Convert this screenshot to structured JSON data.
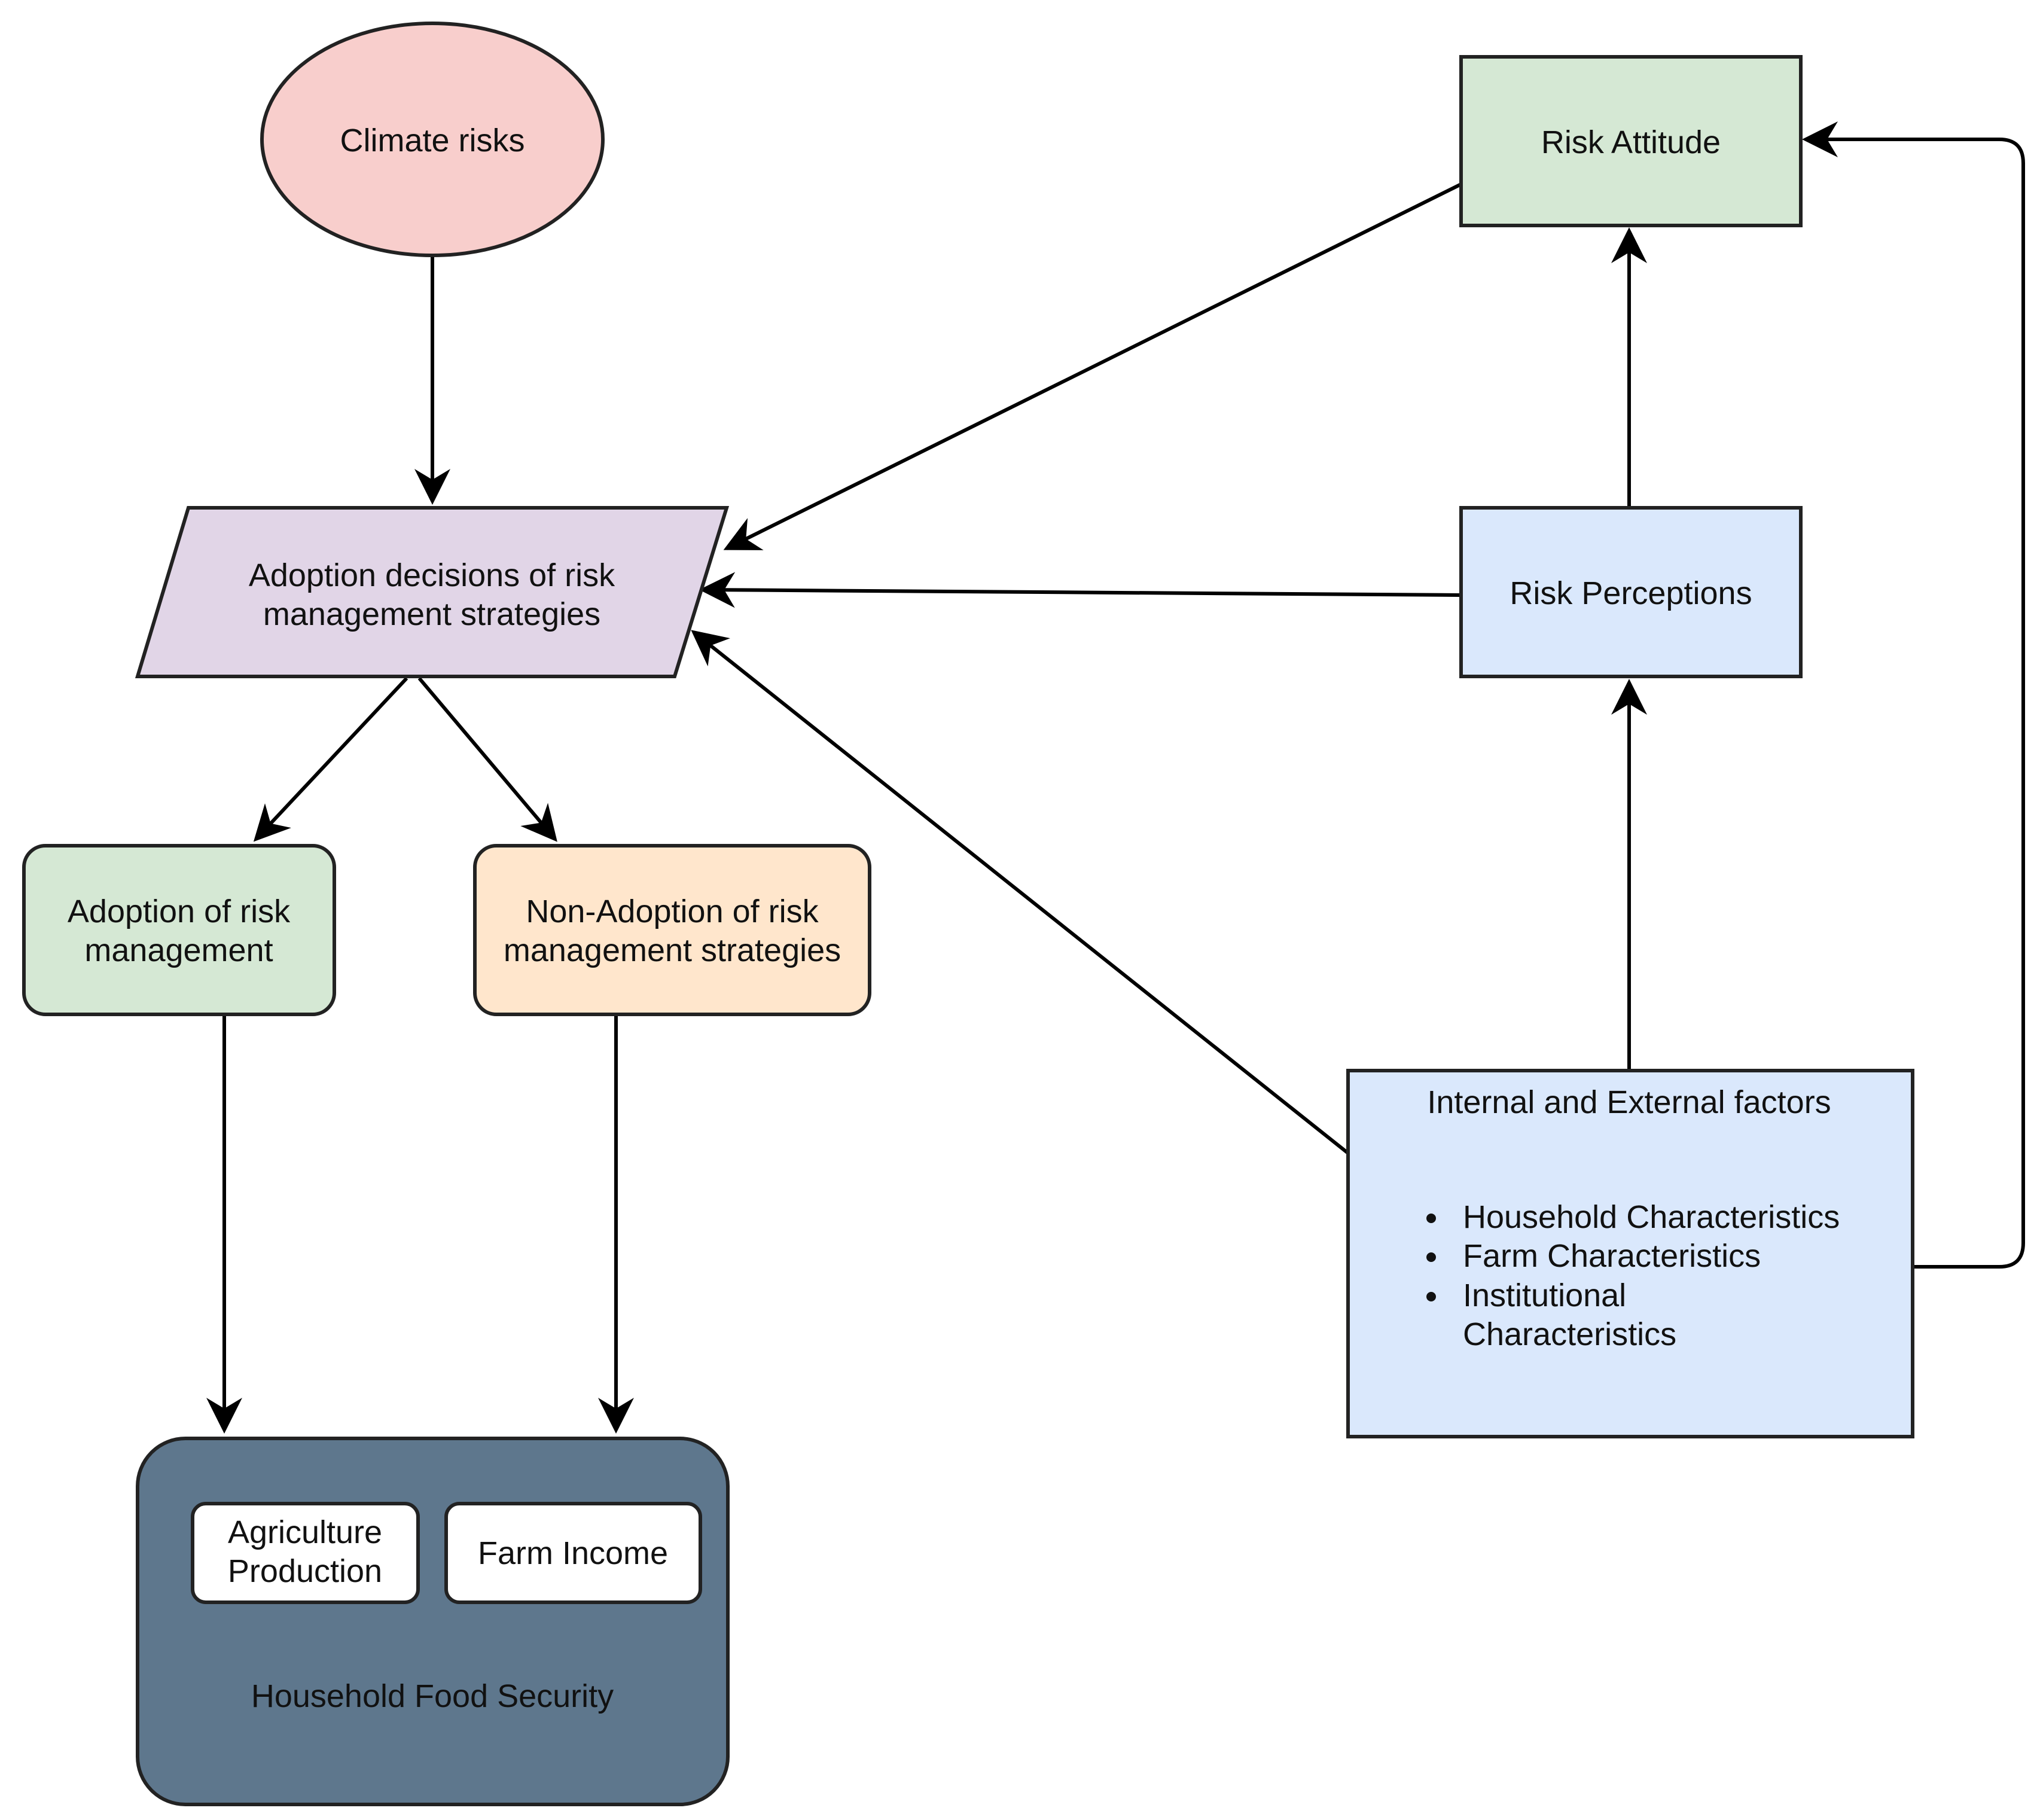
{
  "nodes": {
    "climate_risks": {
      "label": "Climate risks",
      "fill": "#F8CECC"
    },
    "adoption_decisions": {
      "line1": "Adoption decisions of risk",
      "line2": "management  strategies",
      "fill": "#E1D5E7"
    },
    "adoption": {
      "line1": "Adoption of risk",
      "line2": "management",
      "fill": "#D5E8D4"
    },
    "non_adoption": {
      "line1": "Non-Adoption of risk",
      "line2": "management strategies",
      "fill": "#FFE6CC"
    },
    "food_security": {
      "label": "Household Food Security",
      "fill": "#5E778D",
      "agri": {
        "line1": "Agriculture",
        "line2": "Production"
      },
      "income": {
        "label": "Farm Income"
      }
    },
    "risk_attitude": {
      "label": "Risk Attitude",
      "fill": "#D5E8D4"
    },
    "risk_perceptions": {
      "label": "Risk Perceptions",
      "fill": "#DAE8FC"
    },
    "factors": {
      "title": "Internal and External factors",
      "fill": "#DAE8FC",
      "items": [
        "Household Characteristics",
        "Farm Characteristics",
        "Institutional",
        "Characteristics"
      ]
    }
  },
  "edges": [
    {
      "from": "Climate risks",
      "to": "Adoption decisions of risk management strategies"
    },
    {
      "from": "Adoption decisions of risk management strategies",
      "to": "Adoption of risk management"
    },
    {
      "from": "Adoption decisions of risk management strategies",
      "to": "Non-Adoption of risk management strategies"
    },
    {
      "from": "Adoption of risk management",
      "to": "Household Food Security"
    },
    {
      "from": "Non-Adoption of risk management strategies",
      "to": "Household Food Security"
    },
    {
      "from": "Risk Attitude",
      "to": "Adoption decisions of risk management strategies"
    },
    {
      "from": "Risk Perceptions",
      "to": "Adoption decisions of risk management strategies"
    },
    {
      "from": "Risk Perceptions",
      "to": "Risk Attitude"
    },
    {
      "from": "Internal and External factors",
      "to": "Risk Perceptions"
    },
    {
      "from": "Internal and External factors",
      "to": "Adoption decisions of risk management strategies"
    },
    {
      "from": "Internal and External factors",
      "to": "Risk Attitude"
    }
  ]
}
